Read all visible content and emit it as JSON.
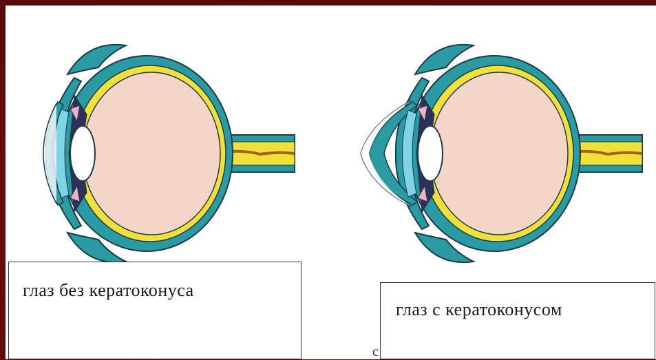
{
  "captions": {
    "left": "глаз без кератоконуса",
    "right": "глаз с кератоконусом"
  },
  "stray_mark": "с",
  "colors": {
    "background": "#6e0c0c",
    "sclera_outer": "#2a9aa3",
    "yellow_layer": "#f2e03a",
    "vitreous": "#f5d5c8",
    "optic_nerve": "#f2c84a",
    "outline": "#1b3a4a"
  }
}
